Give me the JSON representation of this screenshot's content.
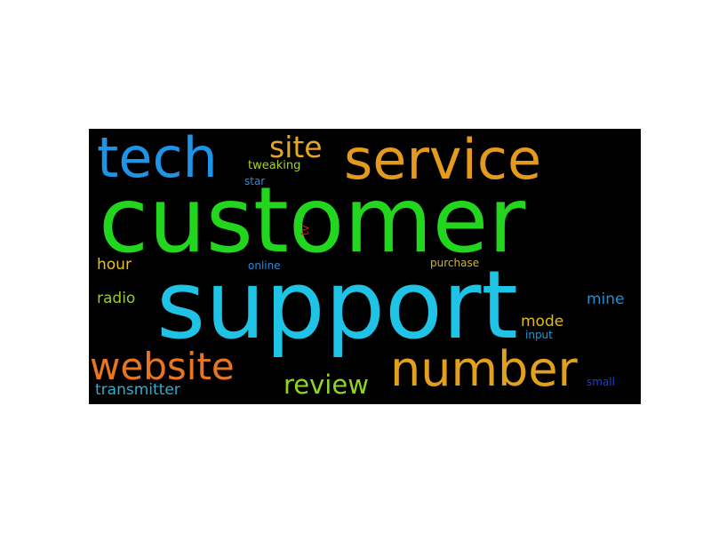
{
  "cloud": {
    "background": "#000000",
    "words": [
      {
        "text": "customer",
        "color": "#22d61e"
      },
      {
        "text": "support",
        "color": "#1ec3e6"
      },
      {
        "text": "service",
        "color": "#e49a1c"
      },
      {
        "text": "tech",
        "color": "#1e94e6"
      },
      {
        "text": "number",
        "color": "#e2a11d"
      },
      {
        "text": "website",
        "color": "#e8761f"
      },
      {
        "text": "site",
        "color": "#e4a723"
      },
      {
        "text": "review",
        "color": "#8fd624"
      },
      {
        "text": "transmitter",
        "color": "#2eaed3"
      },
      {
        "text": "hour",
        "color": "#e7c21a"
      },
      {
        "text": "radio",
        "color": "#9ccd1f"
      },
      {
        "text": "mode",
        "color": "#e3b91c"
      },
      {
        "text": "mine",
        "color": "#1b8fd8"
      },
      {
        "text": "tweaking",
        "color": "#a7d31d"
      },
      {
        "text": "star",
        "color": "#2a8bd1"
      },
      {
        "text": "online",
        "color": "#2b88d4"
      },
      {
        "text": "purchase",
        "color": "#d7b51b"
      },
      {
        "text": "input",
        "color": "#2398cf"
      },
      {
        "text": "small",
        "color": "#1d3fcf"
      },
      {
        "text": "tv",
        "color": "#d41d1d"
      }
    ]
  }
}
